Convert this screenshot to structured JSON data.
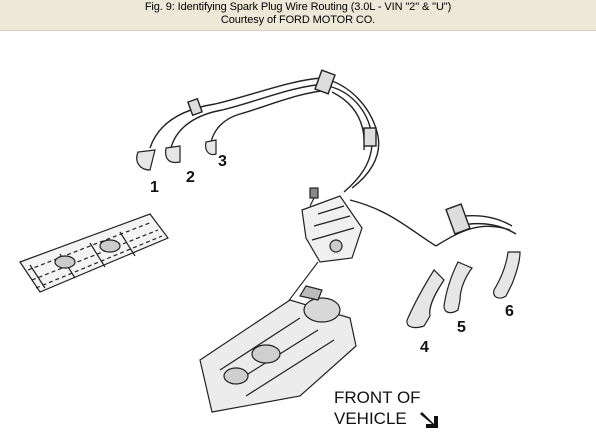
{
  "caption": {
    "title": "Fig. 9: Identifying Spark Plug Wire Routing (3.0L - VIN \"2\" & \"U\")",
    "credit": "Courtesy of FORD MOTOR CO."
  },
  "labels": {
    "cyl1": "1",
    "cyl2": "2",
    "cyl3": "3",
    "cyl4": "4",
    "cyl5": "5",
    "cyl6": "6",
    "front_line1": "FRONT OF",
    "front_line2": "VEHICLE"
  },
  "icons": {
    "front_arrow": "arrow-down-right-icon"
  },
  "colors": {
    "header_bg": "#ece9d8",
    "ink": "#111111"
  }
}
